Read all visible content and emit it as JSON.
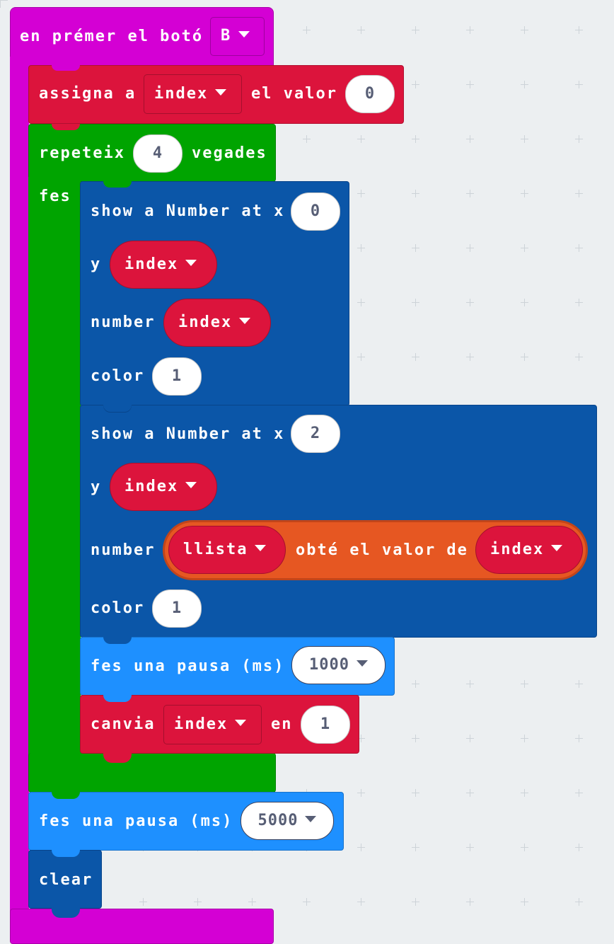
{
  "colors": {
    "events": "#D400D4",
    "variables": "#DC143C",
    "loops": "#00A400",
    "display": "#0B56A8",
    "basic": "#1E90FF",
    "arrays": "#E65722",
    "background": "#ECEFF1"
  },
  "hat": {
    "label": "en prémer el botó",
    "button": "B"
  },
  "assign": {
    "label1": "assigna a",
    "var": "index",
    "label2": "el valor",
    "value": "0"
  },
  "repeat": {
    "label1": "repeteix",
    "count": "4",
    "label2": "vegades",
    "do": "fes"
  },
  "show1": {
    "label": "show a Number at x",
    "x": "0",
    "y_label": "y",
    "y": "index",
    "number_label": "number",
    "number": "index",
    "color_label": "color",
    "color": "1"
  },
  "show2": {
    "label": "show a Number at x",
    "x": "2",
    "y_label": "y",
    "y": "index",
    "number_label": "number",
    "list": "llista",
    "get_label": "obté el valor de",
    "index": "index",
    "color_label": "color",
    "color": "1"
  },
  "pause1": {
    "label": "fes una pausa (ms)",
    "value": "1000"
  },
  "change": {
    "label1": "canvia",
    "var": "index",
    "label2": "en",
    "value": "1"
  },
  "pause2": {
    "label": "fes una pausa (ms)",
    "value": "5000"
  },
  "clear": {
    "label": "clear"
  }
}
